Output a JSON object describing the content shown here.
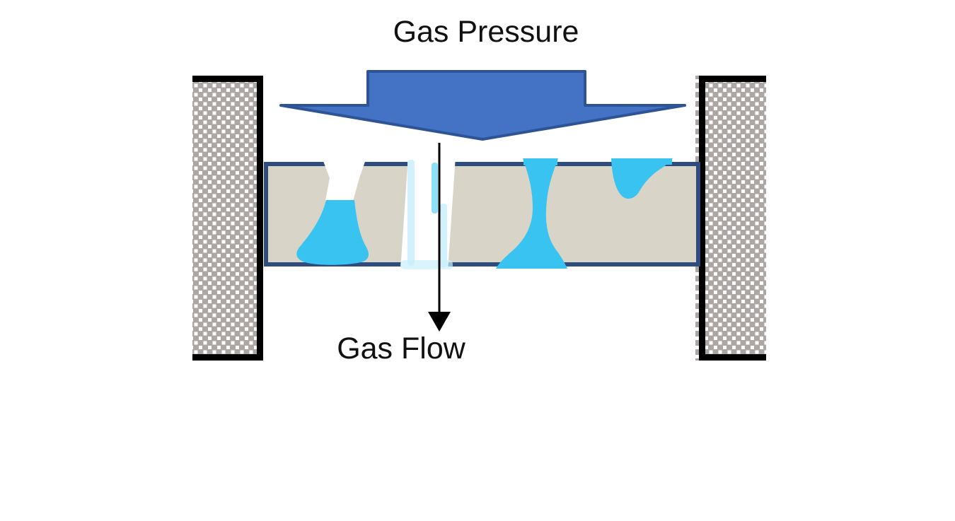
{
  "diagram": {
    "title": "Gas Pressure",
    "flow_label": "Gas Flow",
    "description": "Porous membrane clamped between two stippled supports; gas pressure applied from above forces gas flow through an open pore while water occupies other pores"
  },
  "colors": {
    "background": "#FFFFFF",
    "text": "#111111",
    "pressure_arrow_fill": "#4472C4",
    "pressure_arrow_stroke": "#2F5496",
    "membrane_fill": "#D9D4C8",
    "membrane_border": "#2E4C7E",
    "water_cyan": "#38C3F1",
    "water_cyan_medium": "#7FDCF7",
    "water_cyan_light": "#C9F0FC",
    "pore_white": "#FFFFFF",
    "clamp_fill": "#ACA7A4",
    "clamp_dot": "#FFFFFF",
    "clamp_border": "#000000",
    "flow_arrow": "#000000"
  }
}
